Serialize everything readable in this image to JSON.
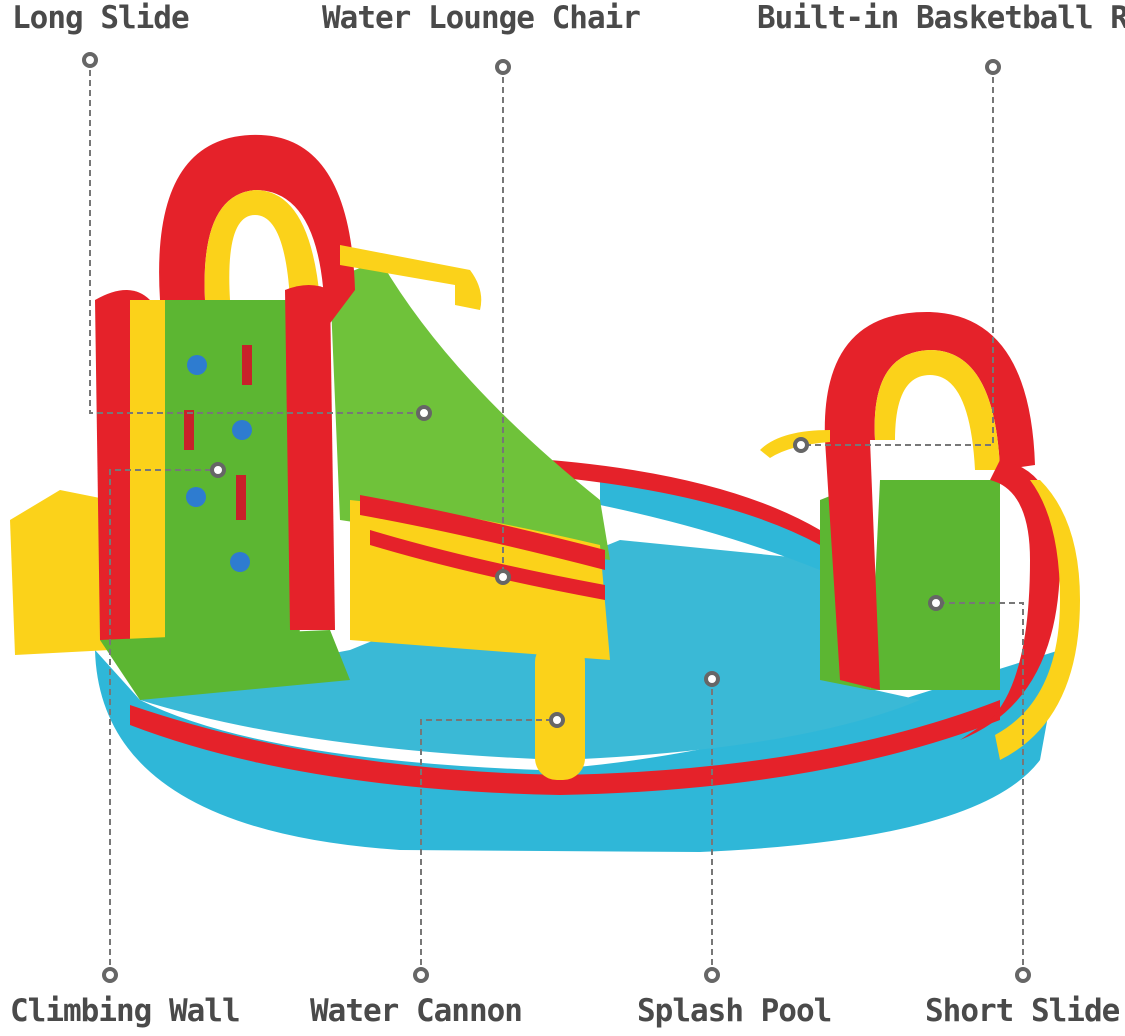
{
  "labels": {
    "long_slide": "Long Slide",
    "water_lounge_chair": "Water Lounge Chair",
    "basketball_rim": "Built-in Basketball Rim",
    "climbing_wall": "Climbing Wall",
    "water_cannon": "Water Cannon",
    "splash_pool": "Splash Pool",
    "short_slide": "Short Slide"
  },
  "colors": {
    "label_text": "#4a4a4a",
    "leader_line": "#777777",
    "red": "#e5222a",
    "yellow": "#fbd21a",
    "green": "#5cb632",
    "blue": "#2fb7d8"
  }
}
